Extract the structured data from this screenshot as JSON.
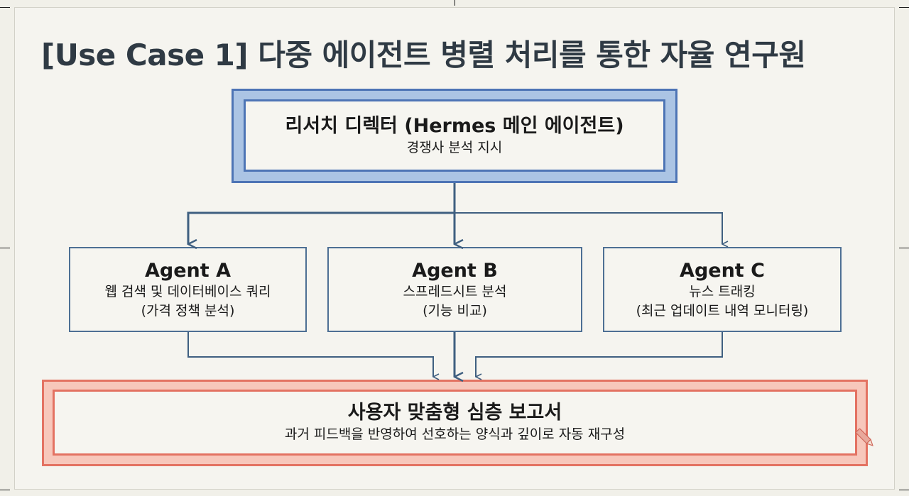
{
  "title": "[Use Case 1] 다중 에이전트 병렬 처리를 통한 자율 연구원",
  "director": {
    "title": "리서치 디렉터 (Hermes 메인 에이전트)",
    "subtitle": "경쟁사 분석 지시"
  },
  "agents": [
    {
      "title": "Agent A",
      "line1": "웹 검색 및 데이터베이스 쿼리",
      "line2": "(가격 정책 분석)"
    },
    {
      "title": "Agent B",
      "line1": "스프레드시트 분석",
      "line2": "(기능 비교)"
    },
    {
      "title": "Agent C",
      "line1": "뉴스 트래킹",
      "line2": "(최근 업데이트 내역 모니터링)"
    }
  ],
  "report": {
    "title": "사용자 맞춤형 심층 보고서",
    "subtitle": "과거 피드백을 반영하여 선호하는 양식과 깊이로 자동 재구성"
  },
  "colors": {
    "director_border": "#4d74b5",
    "director_fill": "#abc4e4",
    "agent_border": "#4d6f94",
    "report_border": "#e37262",
    "report_fill": "#f7c7bb",
    "arrow": "#3f5f80",
    "title_text": "#2f3a44"
  },
  "icons": {
    "corner": "pencil-icon"
  }
}
